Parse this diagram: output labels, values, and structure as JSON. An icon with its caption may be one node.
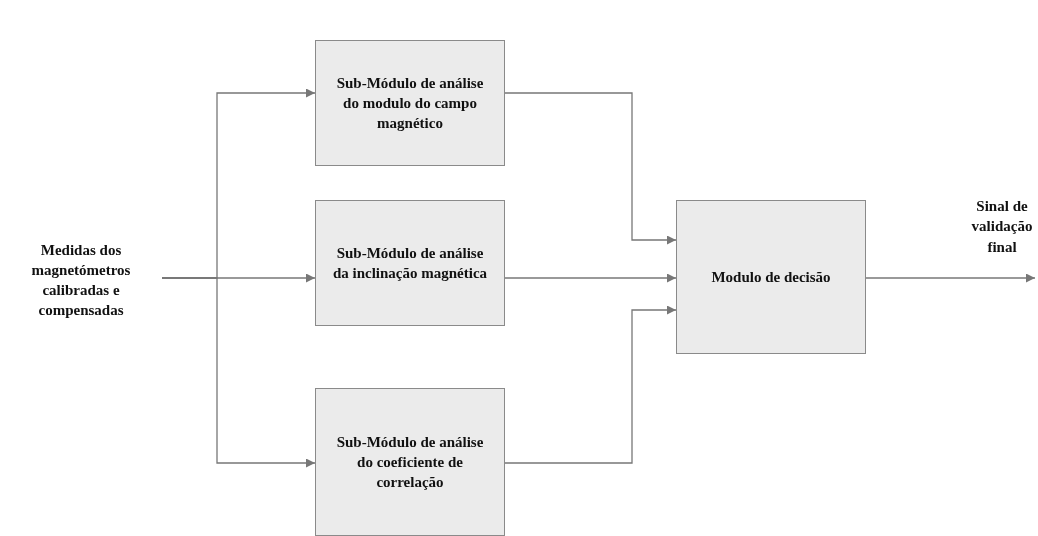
{
  "diagram": {
    "nodes": [
      {
        "text": [
          "Medidas dos magnetómetros calibradas e compensadas"
        ]
      },
      {
        "text": [
          "Sub-Módulo de análise do modulo do campo magnético"
        ]
      },
      {
        "text": [
          "Sub-Módulo de análise da inclinação magnética"
        ]
      },
      {
        "text": [
          "Sub-Módulo de análise do coeficiente de correlação"
        ]
      },
      {
        "text": [
          "Modulo de decisão"
        ]
      }
    ],
    "edges": [
      {
        "from": 0,
        "to": 1,
        "arrow": "to"
      },
      {
        "from": 0,
        "to": 2,
        "arrow": "to"
      },
      {
        "from": 0,
        "to": 3,
        "arrow": "to"
      },
      {
        "from": 1,
        "to": 4,
        "arrow": "to"
      },
      {
        "from": 2,
        "to": 4,
        "arrow": "to"
      },
      {
        "from": 3,
        "to": 4,
        "arrow": "to"
      },
      {
        "from": 4,
        "to": null,
        "arrow": "to"
      }
    ],
    "labels": [
      "Sinal de validação final"
    ]
  }
}
